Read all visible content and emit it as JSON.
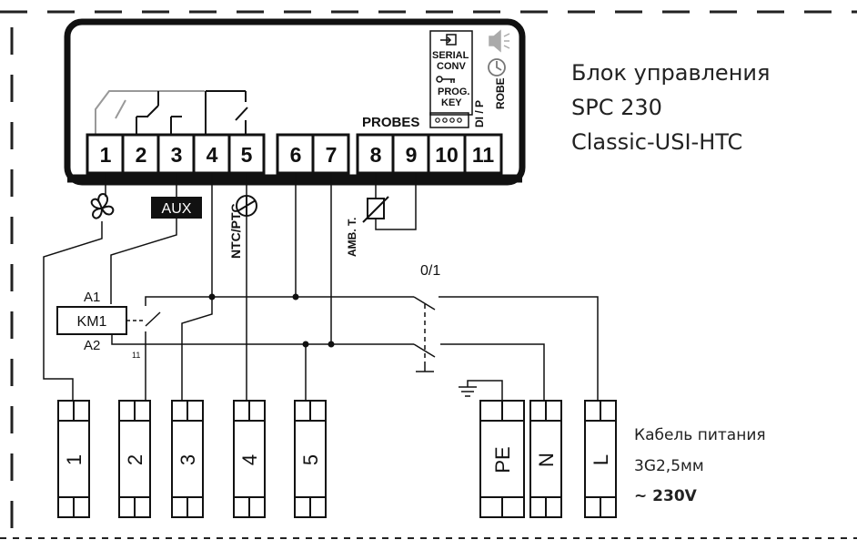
{
  "controller": {
    "title_line1": "Блок управления",
    "title_line2": "SPC 230",
    "title_line3": "Classic-USI-HTC",
    "terminals": [
      "1",
      "2",
      "3",
      "4",
      "5",
      "6",
      "7",
      "8",
      "9",
      "10",
      "11"
    ],
    "probes_label": "PROBES",
    "serial_label_1": "SERIAL",
    "serial_label_2": "CONV",
    "prog_label_1": "PROG.",
    "prog_label_2": "KEY",
    "dip_label": "DI / P",
    "robe_label": "ROBE"
  },
  "wiring": {
    "aux_label": "AUX",
    "ntc_label": "NTC/PTC",
    "amb_label": "AMB. T.",
    "switch_label": "0/1",
    "km1_label": "KM1",
    "a1_label": "A1",
    "a2_label": "A2",
    "contact_11": "11"
  },
  "terminal_block": {
    "numbered": [
      "1",
      "2",
      "3",
      "4",
      "5"
    ],
    "power": [
      "PE",
      "N",
      "L"
    ]
  },
  "cable": {
    "line1": "Кабель питания",
    "line2": "3G2,5мм",
    "line3": "~ 230V"
  }
}
